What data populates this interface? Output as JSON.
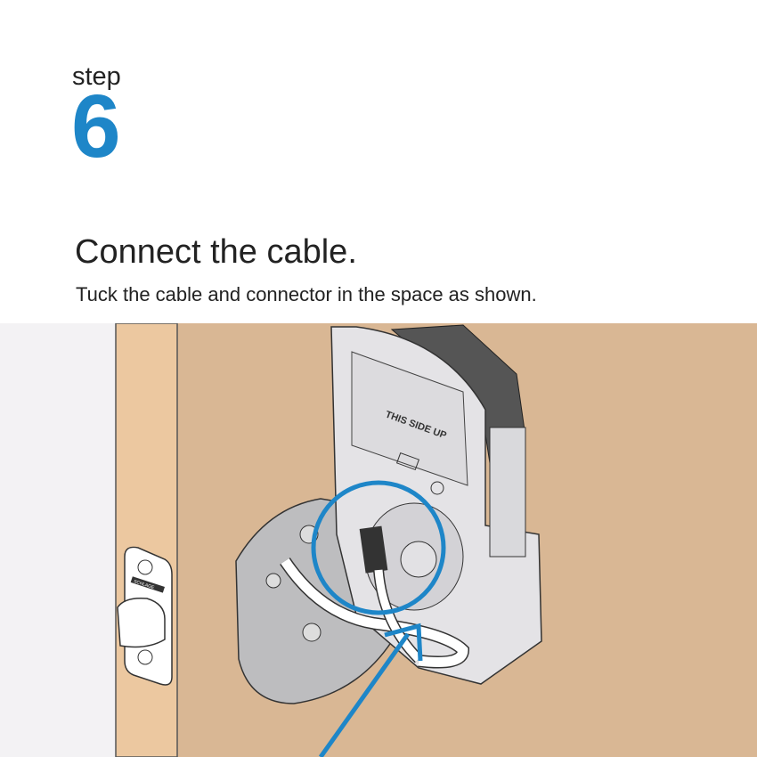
{
  "step": {
    "label": "step",
    "number": "6"
  },
  "title": "Connect the cable.",
  "subtitle": "Tuck the cable and connector in the space as shown.",
  "illustration": {
    "label_text": "THIS SIDE UP",
    "latch_brand": "SCHLAGE",
    "highlight_color": "#1e86c8"
  }
}
